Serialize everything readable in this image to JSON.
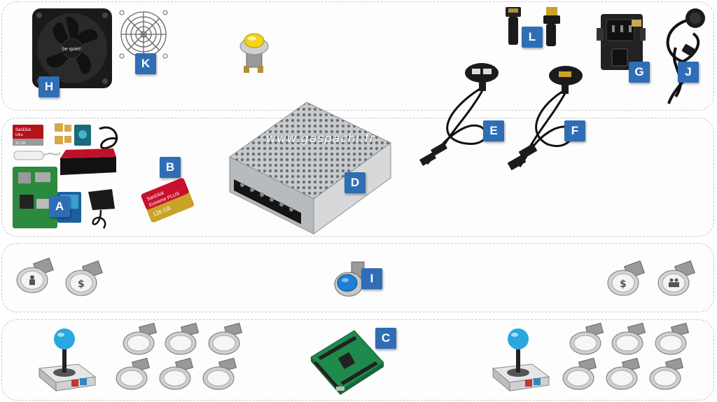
{
  "watermark": "www.gaspachi.fr",
  "labels": {
    "a": "A",
    "b": "B",
    "c": "C",
    "d": "D",
    "e": "E",
    "f": "F",
    "g": "G",
    "h": "H",
    "i": "I",
    "j": "J",
    "k": "K",
    "l": "L"
  },
  "product_text": {
    "fan_brand": "be quiet!",
    "sd_small_brand": "SanDisk",
    "sd_small_line": "Ultra",
    "sd_small_size": "32 GB",
    "sd_brand": "SanDisk",
    "sd_line": "Extreme PLUS",
    "sd_size": "128 GB"
  },
  "colors": {
    "badge": "#2f6db5",
    "panel_border": "#c9c9c9",
    "joystick_ball": "#2aa7e0",
    "psu_body": "#c8cbce",
    "pcb_green": "#1f8a4c",
    "sd_red": "#c8102e",
    "sd_gold": "#c9a227",
    "pi_box_red": "#c0102a"
  }
}
